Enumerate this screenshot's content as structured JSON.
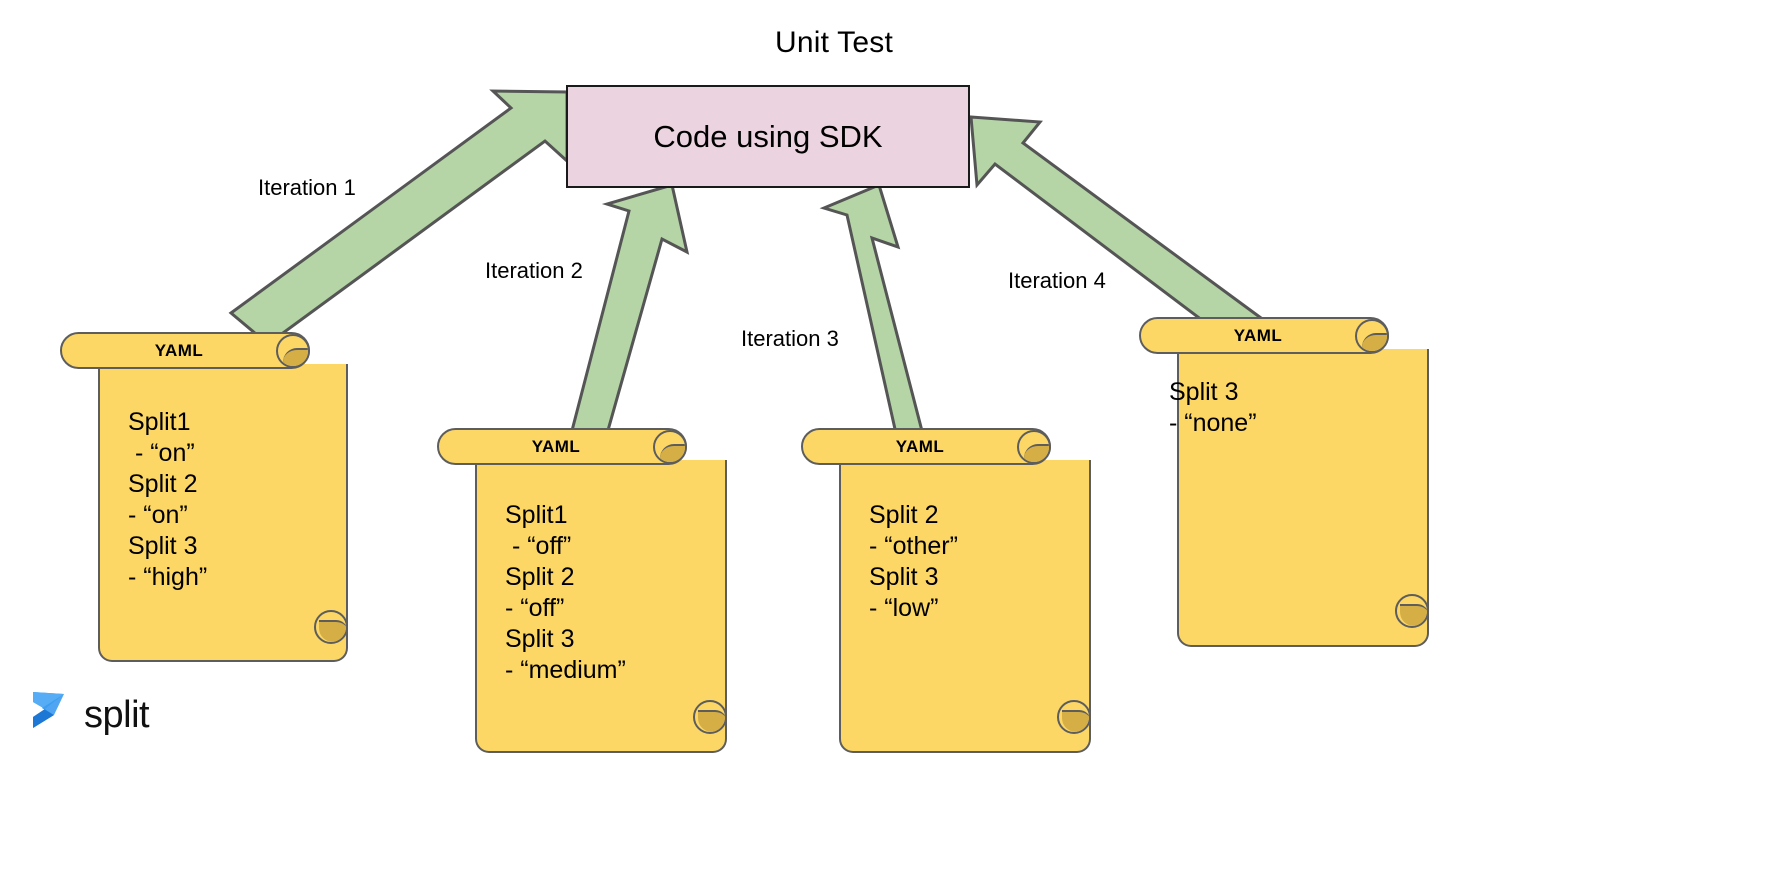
{
  "title": "Unit Test",
  "sdk_box": {
    "label": "Code using SDK",
    "fill": "#EBD3DF",
    "stroke": "#1a1a1a"
  },
  "arrows": {
    "fill": "#B5D5A7",
    "stroke": "#555555"
  },
  "iterations": [
    {
      "label": "Iteration 1"
    },
    {
      "label": "Iteration 2"
    },
    {
      "label": "Iteration 3"
    },
    {
      "label": "Iteration 4"
    }
  ],
  "scrolls": [
    {
      "header": "YAML",
      "fill": "#FCD766",
      "stroke": "#5d5d5d",
      "curl_fill": "#D5AE46",
      "lines": [
        "Split1",
        " - “on”",
        "Split 2",
        "- “on”",
        "Split 3",
        "- “high”"
      ],
      "text": "Split1\n - “on”\nSplit 2\n- “on”\nSplit 3\n- “high”"
    },
    {
      "header": "YAML",
      "fill": "#FCD766",
      "stroke": "#5d5d5d",
      "curl_fill": "#D5AE46",
      "lines": [
        "Split1",
        " - “off”",
        "Split 2",
        "- “off”",
        "Split 3",
        "- “medium”"
      ],
      "text": "Split1\n - “off”\nSplit 2\n- “off”\nSplit 3\n- “medium”"
    },
    {
      "header": "YAML",
      "fill": "#FCD766",
      "stroke": "#5d5d5d",
      "curl_fill": "#D5AE46",
      "lines": [
        "Split 2",
        "- “other”",
        "Split 3",
        "- “low”"
      ],
      "text": "Split 2\n- “other”\nSplit 3\n- “low”"
    },
    {
      "header": "YAML",
      "fill": "#FCD766",
      "stroke": "#5d5d5d",
      "curl_fill": "#D5AE46",
      "lines": [
        "Split 3",
        "- “none”"
      ],
      "text": "Split 3\n- “none”"
    }
  ],
  "logo": {
    "word": "split",
    "mark": "split-chevron-mark",
    "color_light": "#4FA9F3",
    "color_mid": "#2B8FE8",
    "color_dark": "#1E6FC4"
  }
}
